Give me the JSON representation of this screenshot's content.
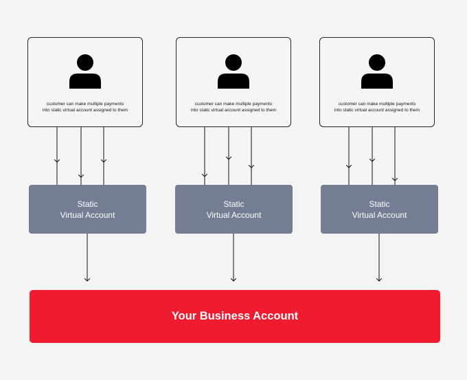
{
  "customers": [
    {
      "caption": "customer can make multiple payments\ninto static virtual account assigned to them",
      "icon": "person-icon"
    },
    {
      "caption": "customer can make multiple payments\ninto static virtual account assigned to them",
      "icon": "person-icon"
    },
    {
      "caption": "customer can make multiple payments\ninto static virtual account assigned to them",
      "icon": "person-icon"
    }
  ],
  "static_accounts": [
    {
      "line1": "Static",
      "line2": "Virtual Account"
    },
    {
      "line1": "Static",
      "line2": "Virtual Account"
    },
    {
      "line1": "Static",
      "line2": "Virtual Account"
    }
  ],
  "business_account": {
    "label": "Your Business Account"
  },
  "colors": {
    "background": "#f4f4f4",
    "static_account": "#747d92",
    "business_account": "#ef1b2f",
    "line": "#111111"
  }
}
